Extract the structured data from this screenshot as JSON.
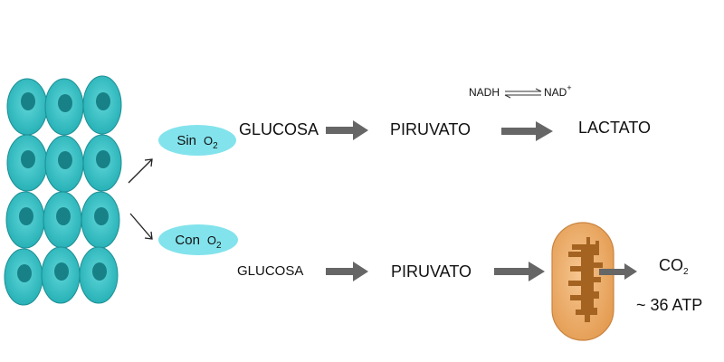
{
  "conditions": {
    "without_oxygen": {
      "word": "Sin",
      "molecule": "O",
      "subscript": "2"
    },
    "with_oxygen": {
      "word": "Con",
      "molecule": "O",
      "subscript": "2"
    }
  },
  "anaerobic_path": {
    "start": "GLUCOSA",
    "middle": "PIRUVATO",
    "end": "LACTATO",
    "cofactor_left": "NADH",
    "cofactor_right": "NAD",
    "cofactor_right_sup": "+"
  },
  "aerobic_path": {
    "start": "GLUCOSA",
    "middle": "PIRUVATO",
    "product_molecule": "CO",
    "product_subscript": "2",
    "energy": "~ 36 ATP"
  },
  "colors": {
    "cell_fill": "#2bbfc4",
    "cell_edge": "#1d8f94",
    "nucleus": "#178187",
    "pill": "#82e3ec",
    "arrow": "#666666",
    "mito_outer": "#ecae6e",
    "mito_inner": "#a46320"
  }
}
